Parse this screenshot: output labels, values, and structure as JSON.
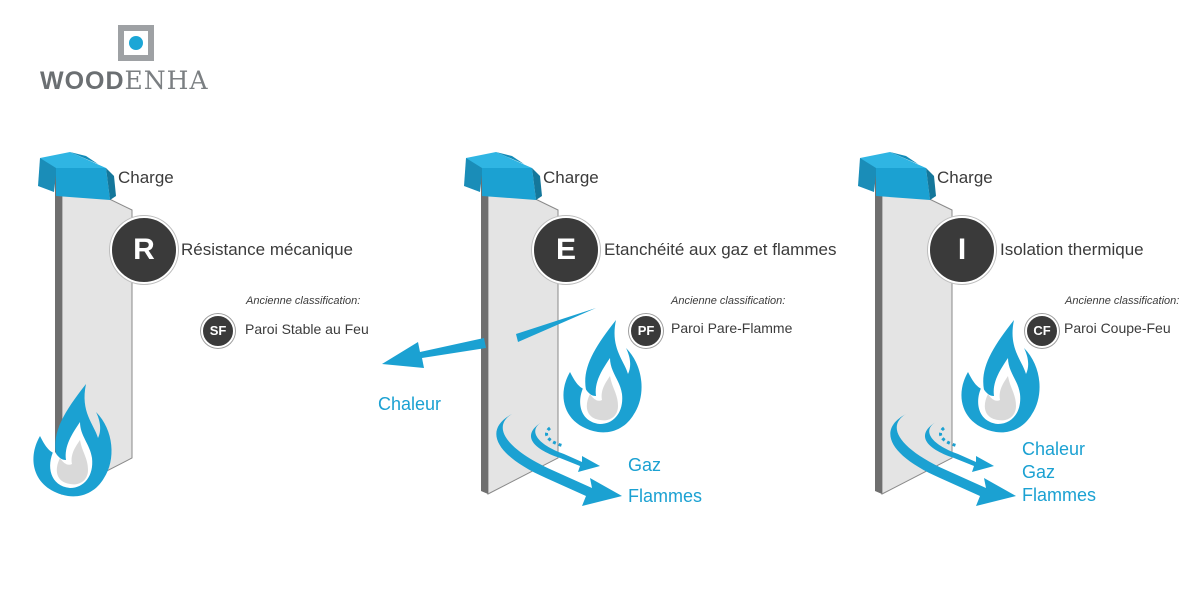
{
  "logo": {
    "text_bold": "WOOD",
    "text_light": "ENHA"
  },
  "panels": [
    {
      "letter": "R",
      "charge_label": "Charge",
      "property": "Résistance mécanique",
      "old_heading": "Ancienne classification:",
      "old_code": "SF",
      "old_label": "Paroi Stable au Feu",
      "outputs": []
    },
    {
      "letter": "E",
      "charge_label": "Charge",
      "property": "Etanchéité aux gaz et flammes",
      "old_heading": "Ancienne classification:",
      "old_code": "PF",
      "old_label": "Paroi Pare-Flamme",
      "heat_label": "Chaleur",
      "outputs": [
        "Gaz",
        "Flammes"
      ]
    },
    {
      "letter": "I",
      "charge_label": "Charge",
      "property": "Isolation thermique",
      "old_heading": "Ancienne classification:",
      "old_code": "CF",
      "old_label": "Paroi Coupe-Feu",
      "outputs": [
        "Chaleur",
        "Gaz",
        "Flammes"
      ]
    }
  ],
  "colors": {
    "accent": "#1ba1d2",
    "dark": "#3a3a3a",
    "wall": "#e4e4e4",
    "wall_edge": "#6f6f6f"
  }
}
